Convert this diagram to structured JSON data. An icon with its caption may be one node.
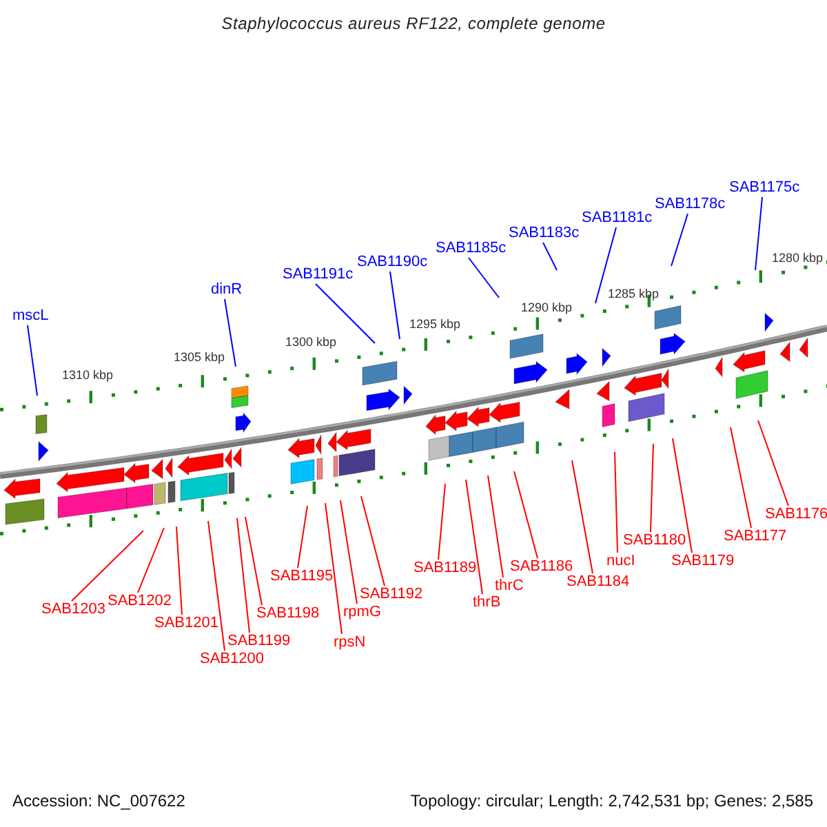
{
  "diagram": {
    "title": "Staphylococcus aureus RF122, complete genome",
    "nodes": [
      {
        "text": [
          "mscL"
        ]
      },
      {
        "text": [
          "dinR"
        ]
      },
      {
        "text": [
          "SAB1191c"
        ]
      },
      {
        "text": [
          "SAB1190c"
        ]
      },
      {
        "text": [
          "SAB1185c"
        ]
      },
      {
        "text": [
          "SAB1183c"
        ]
      },
      {
        "text": [
          "SAB1181c"
        ]
      },
      {
        "text": [
          "SAB1178c"
        ]
      },
      {
        "text": [
          "SAB1175c"
        ]
      },
      {
        "text": [
          "SAB1203"
        ]
      },
      {
        "text": [
          "SAB1202"
        ]
      },
      {
        "text": [
          "SAB1201"
        ]
      },
      {
        "text": [
          "SAB1200"
        ]
      },
      {
        "text": [
          "SAB1199"
        ]
      },
      {
        "text": [
          "SAB1198"
        ]
      },
      {
        "text": [
          "SAB1195"
        ]
      },
      {
        "text": [
          "rpsN"
        ]
      },
      {
        "text": [
          "rpmG"
        ]
      },
      {
        "text": [
          "SAB1192"
        ]
      },
      {
        "text": [
          "SAB1189"
        ]
      },
      {
        "text": [
          "thrB"
        ]
      },
      {
        "text": [
          "thrC"
        ]
      },
      {
        "text": [
          "SAB1186"
        ]
      },
      {
        "text": [
          "SAB1184"
        ]
      },
      {
        "text": [
          "nucI"
        ]
      },
      {
        "text": [
          "SAB1180"
        ]
      },
      {
        "text": [
          "SAB1179"
        ]
      },
      {
        "text": [
          "SAB1177"
        ]
      },
      {
        "text": [
          "SAB1176"
        ]
      }
    ],
    "edges": [
      {
        "from": 0,
        "to": null,
        "arrow": "none",
        "color": "#0000ff"
      },
      {
        "from": 1,
        "to": null,
        "arrow": "none",
        "color": "#0000ff"
      },
      {
        "from": 2,
        "to": null,
        "arrow": "none",
        "color": "#0000ff"
      },
      {
        "from": 3,
        "to": null,
        "arrow": "none",
        "color": "#0000ff"
      },
      {
        "from": 4,
        "to": null,
        "arrow": "none",
        "color": "#0000ff"
      },
      {
        "from": 5,
        "to": null,
        "arrow": "none",
        "color": "#0000ff"
      },
      {
        "from": 6,
        "to": null,
        "arrow": "none",
        "color": "#0000ff"
      },
      {
        "from": 7,
        "to": null,
        "arrow": "none",
        "color": "#0000ff"
      },
      {
        "from": 8,
        "to": null,
        "arrow": "none",
        "color": "#0000ff"
      },
      {
        "from": 9,
        "to": null,
        "arrow": "none"
      },
      {
        "from": 10,
        "to": null,
        "arrow": "none"
      },
      {
        "from": 11,
        "to": null,
        "arrow": "none"
      },
      {
        "from": 12,
        "to": null,
        "arrow": "none"
      },
      {
        "from": 13,
        "to": null,
        "arrow": "none"
      },
      {
        "from": 14,
        "to": null,
        "arrow": "none"
      },
      {
        "from": 15,
        "to": null,
        "arrow": "none"
      },
      {
        "from": 16,
        "to": null,
        "arrow": "none"
      },
      {
        "from": 17,
        "to": null,
        "arrow": "none"
      },
      {
        "from": 18,
        "to": null,
        "arrow": "none"
      },
      {
        "from": 19,
        "to": null,
        "arrow": "none"
      },
      {
        "from": 20,
        "to": null,
        "arrow": "none"
      },
      {
        "from": 21,
        "to": null,
        "arrow": "none"
      },
      {
        "from": 22,
        "to": null,
        "arrow": "none"
      },
      {
        "from": 23,
        "to": null,
        "arrow": "none"
      },
      {
        "from": 24,
        "to": null,
        "arrow": "none"
      },
      {
        "from": 25,
        "to": null,
        "arrow": "none"
      },
      {
        "from": 26,
        "to": null,
        "arrow": "none"
      },
      {
        "from": 27,
        "to": null,
        "arrow": "none"
      },
      {
        "from": 28,
        "to": null,
        "arrow": "none"
      }
    ],
    "labels": [
      "1310 kbp",
      "1305 kbp",
      "1300 kbp",
      "1295 kbp",
      "1290 kbp",
      "1285 kbp",
      "1280 kbp",
      "Accession: NC_007622",
      "Topology: circular; Length: 2,742,531 bp; Genes: 2,585"
    ]
  }
}
